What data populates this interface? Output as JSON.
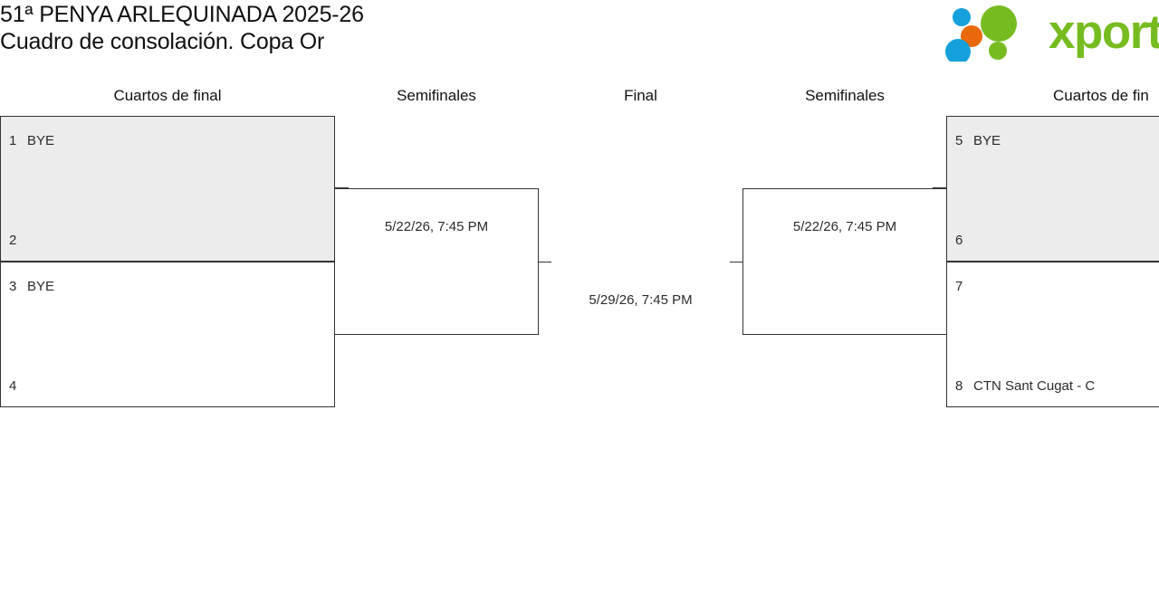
{
  "header": {
    "title_line1": "51ª PENYA ARLEQUINADA 2025-26",
    "title_line2": "Cuadro de consolación. Copa Or",
    "logo_text": "xporty",
    "logo_colors": {
      "green": "#76bc21",
      "blue": "#15a0db",
      "orange": "#e8690b"
    }
  },
  "rounds": [
    {
      "label": "Cuartos de final"
    },
    {
      "label": "Semifinales"
    },
    {
      "label": "Final"
    },
    {
      "label": "Semifinales"
    },
    {
      "label": "Cuartos de fin"
    }
  ],
  "bracket": {
    "left": {
      "quarterfinals": [
        {
          "top": {
            "seed": "1",
            "competitor": "BYE"
          },
          "bottom": {
            "seed": "2",
            "competitor": ""
          }
        },
        {
          "top": {
            "seed": "3",
            "competitor": "BYE"
          },
          "bottom": {
            "seed": "4",
            "competitor": ""
          }
        }
      ],
      "semifinal": {
        "date": "5/22/26, 7:45 PM"
      }
    },
    "final": {
      "date": "5/29/26, 7:45 PM"
    },
    "right": {
      "semifinal": {
        "date": "5/22/26, 7:45 PM"
      },
      "quarterfinals": [
        {
          "top": {
            "seed": "5",
            "competitor": "BYE"
          },
          "bottom": {
            "seed": "6",
            "competitor": ""
          }
        },
        {
          "top": {
            "seed": "7",
            "competitor": ""
          },
          "bottom": {
            "seed": "8",
            "competitor": "CTN Sant Cugat - C"
          }
        }
      ]
    }
  }
}
